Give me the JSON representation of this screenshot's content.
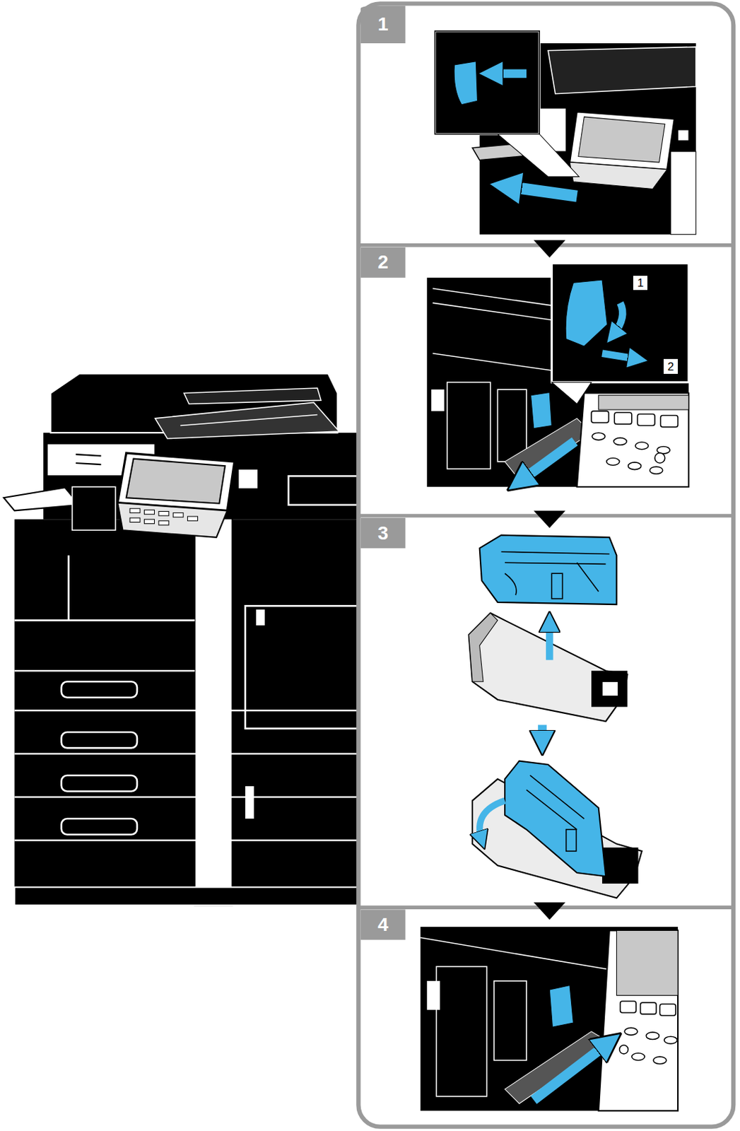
{
  "diagram": {
    "labels": [
      "1",
      "2",
      "3",
      "4",
      "1",
      "2"
    ]
  }
}
